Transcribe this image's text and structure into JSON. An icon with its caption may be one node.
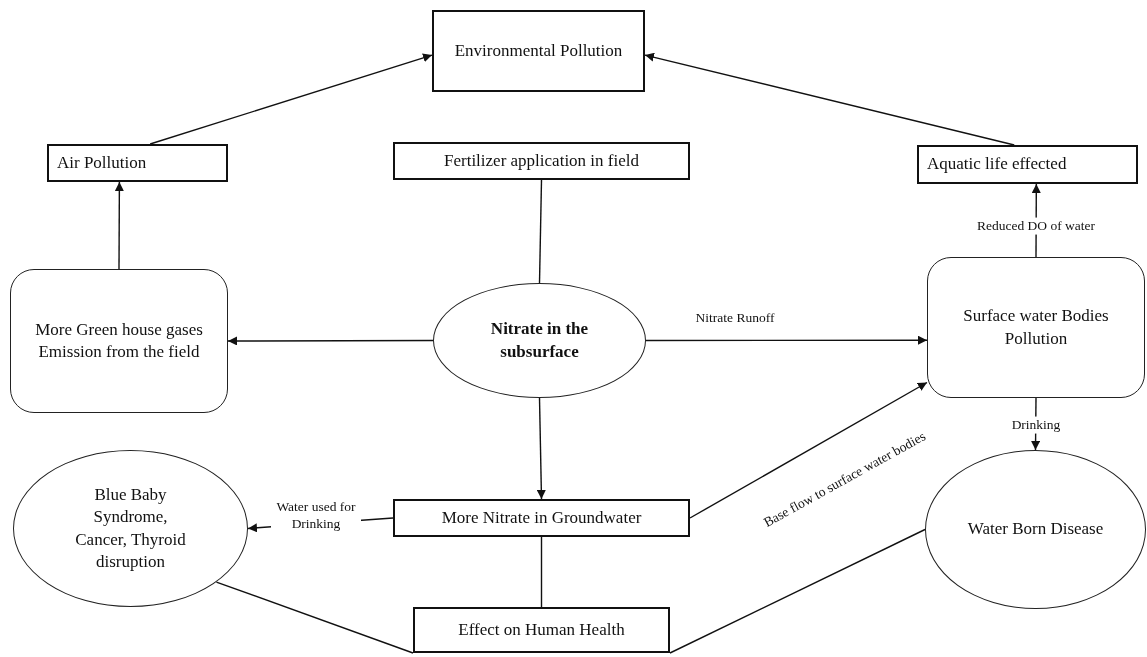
{
  "diagram": {
    "nodes": [
      {
        "text": [
          "Environmental Pollution"
        ]
      },
      {
        "text": [
          "Air Pollution"
        ]
      },
      {
        "text": [
          "Fertilizer application in field"
        ]
      },
      {
        "text": [
          "Aquatic life effected"
        ]
      },
      {
        "text": [
          "More Green house gases Emission from the field"
        ]
      },
      {
        "text": [
          "Nitrate in the subsurface"
        ]
      },
      {
        "text": [
          "Surface water Bodies Pollution"
        ]
      },
      {
        "text": [
          "Blue Baby Syndrome, Cancer, Thyroid disruption"
        ]
      },
      {
        "text": [
          "More Nitrate in Groundwater"
        ]
      },
      {
        "text": [
          "Water Born Disease"
        ]
      },
      {
        "text": [
          "Effect on Human Health"
        ]
      }
    ],
    "edges": [
      {
        "from": 1,
        "to": 0,
        "arrow": "to"
      },
      {
        "from": 3,
        "to": 0,
        "arrow": "to"
      },
      {
        "from": 2,
        "to": 5,
        "arrow": "none"
      },
      {
        "from": 5,
        "to": 4,
        "arrow": "to"
      },
      {
        "from": 4,
        "to": 1,
        "arrow": "to"
      },
      {
        "from": 5,
        "to": 6,
        "arrow": "to",
        "label": "Nitrate Runoff"
      },
      {
        "from": 6,
        "to": 3,
        "arrow": "to",
        "label": "Reduced  DO of water"
      },
      {
        "from": 6,
        "to": 9,
        "arrow": "to",
        "label": "Drinking"
      },
      {
        "from": 5,
        "to": 8,
        "arrow": "to"
      },
      {
        "from": 8,
        "to": 7,
        "arrow": "to",
        "label": "Water used for Drinking"
      },
      {
        "from": 8,
        "to": 6,
        "arrow": "to",
        "label": "Base flow to surface water bodies"
      },
      {
        "from": 8,
        "to": 10,
        "arrow": "none"
      },
      {
        "from": 7,
        "to": 10,
        "arrow": "none"
      },
      {
        "from": 9,
        "to": 10,
        "arrow": "none"
      }
    ]
  }
}
